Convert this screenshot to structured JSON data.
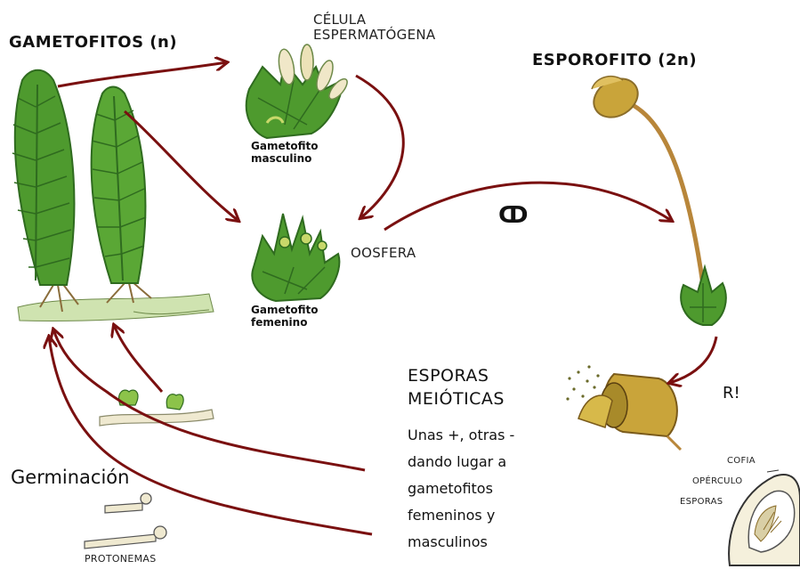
{
  "labels": {
    "gametofitos": "GAMETOFITOS (n)",
    "celula_line1": "CÉLULA",
    "celula_line2": "ESPERMATÓGENA",
    "esporofito": "ESPOROFITO (2n)",
    "gam_masc_line1": "Gametofito",
    "gam_masc_line2": "masculino",
    "oosfera": "OOSFERA",
    "fertilization_symbol": "ↀ",
    "gam_fem_line1": "Gametofito",
    "gam_fem_line2": "femenino",
    "esporas_line1": "ESPORAS",
    "esporas_line2": "MEIÓTICAS",
    "esporas_desc": [
      "Unas +, otras -",
      "dando lugar a",
      "gametofitos",
      "femeninos y",
      "masculinos"
    ],
    "r_mark": "R!",
    "germinacion": "Germinación",
    "protonemas": "PROTONEMAS",
    "cofia": "COFIA",
    "operculo": "OPÉRCULO",
    "esporas_small": "ESPORAS"
  },
  "colors": {
    "arrow": "#7a1010",
    "leaf_dark": "#2f6b1f",
    "leaf_mid": "#4e9a2e",
    "leaf_light": "#8cc34a",
    "capsule": "#c9a43a",
    "stalk": "#b8863a",
    "rhizoid": "#8a6d3b",
    "protonema": "#d8d0b0"
  },
  "icons": {
    "fertilization": "fertilization-symbol-icon"
  }
}
